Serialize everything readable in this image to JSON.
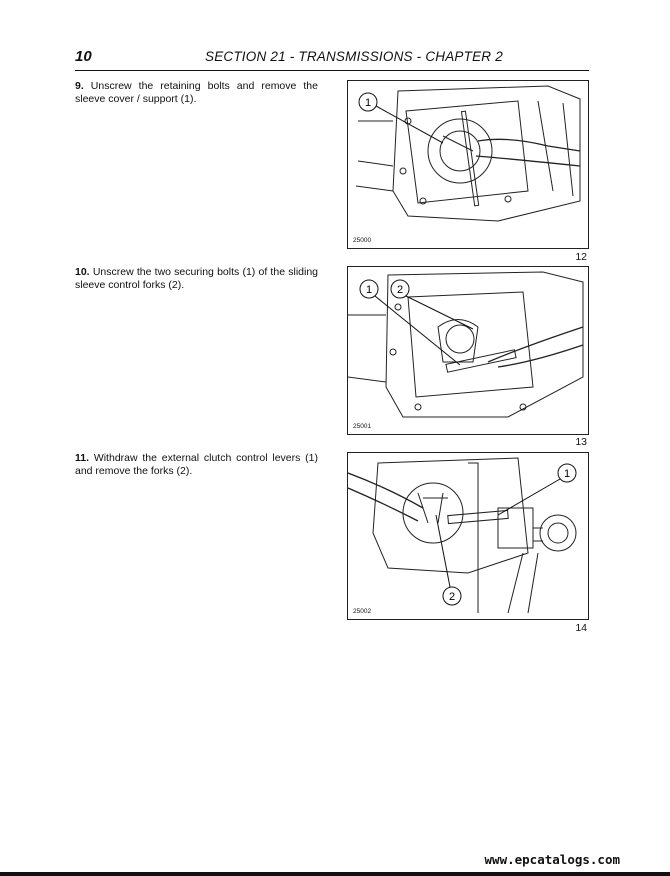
{
  "header": {
    "page_number": "10",
    "section_title": "SECTION 21 - TRANSMISSIONS - CHAPTER 2"
  },
  "steps": [
    {
      "number": "9.",
      "text": "Unscrew the retaining bolts and remove the sleeve cover / support (1).",
      "figure": {
        "code": "25000",
        "number": "12",
        "callouts": [
          "1"
        ]
      }
    },
    {
      "number": "10.",
      "text": "Unscrew the two securing bolts (1) of the sliding sleeve control forks (2).",
      "figure": {
        "code": "25001",
        "number": "13",
        "callouts": [
          "1",
          "2"
        ]
      }
    },
    {
      "number": "11.",
      "text": "Withdraw the external clutch control levers (1) and remove the forks (2).",
      "figure": {
        "code": "25002",
        "number": "14",
        "callouts": [
          "1",
          "2"
        ]
      }
    }
  ],
  "footer": {
    "watermark": "www.epcatalogs.com"
  }
}
